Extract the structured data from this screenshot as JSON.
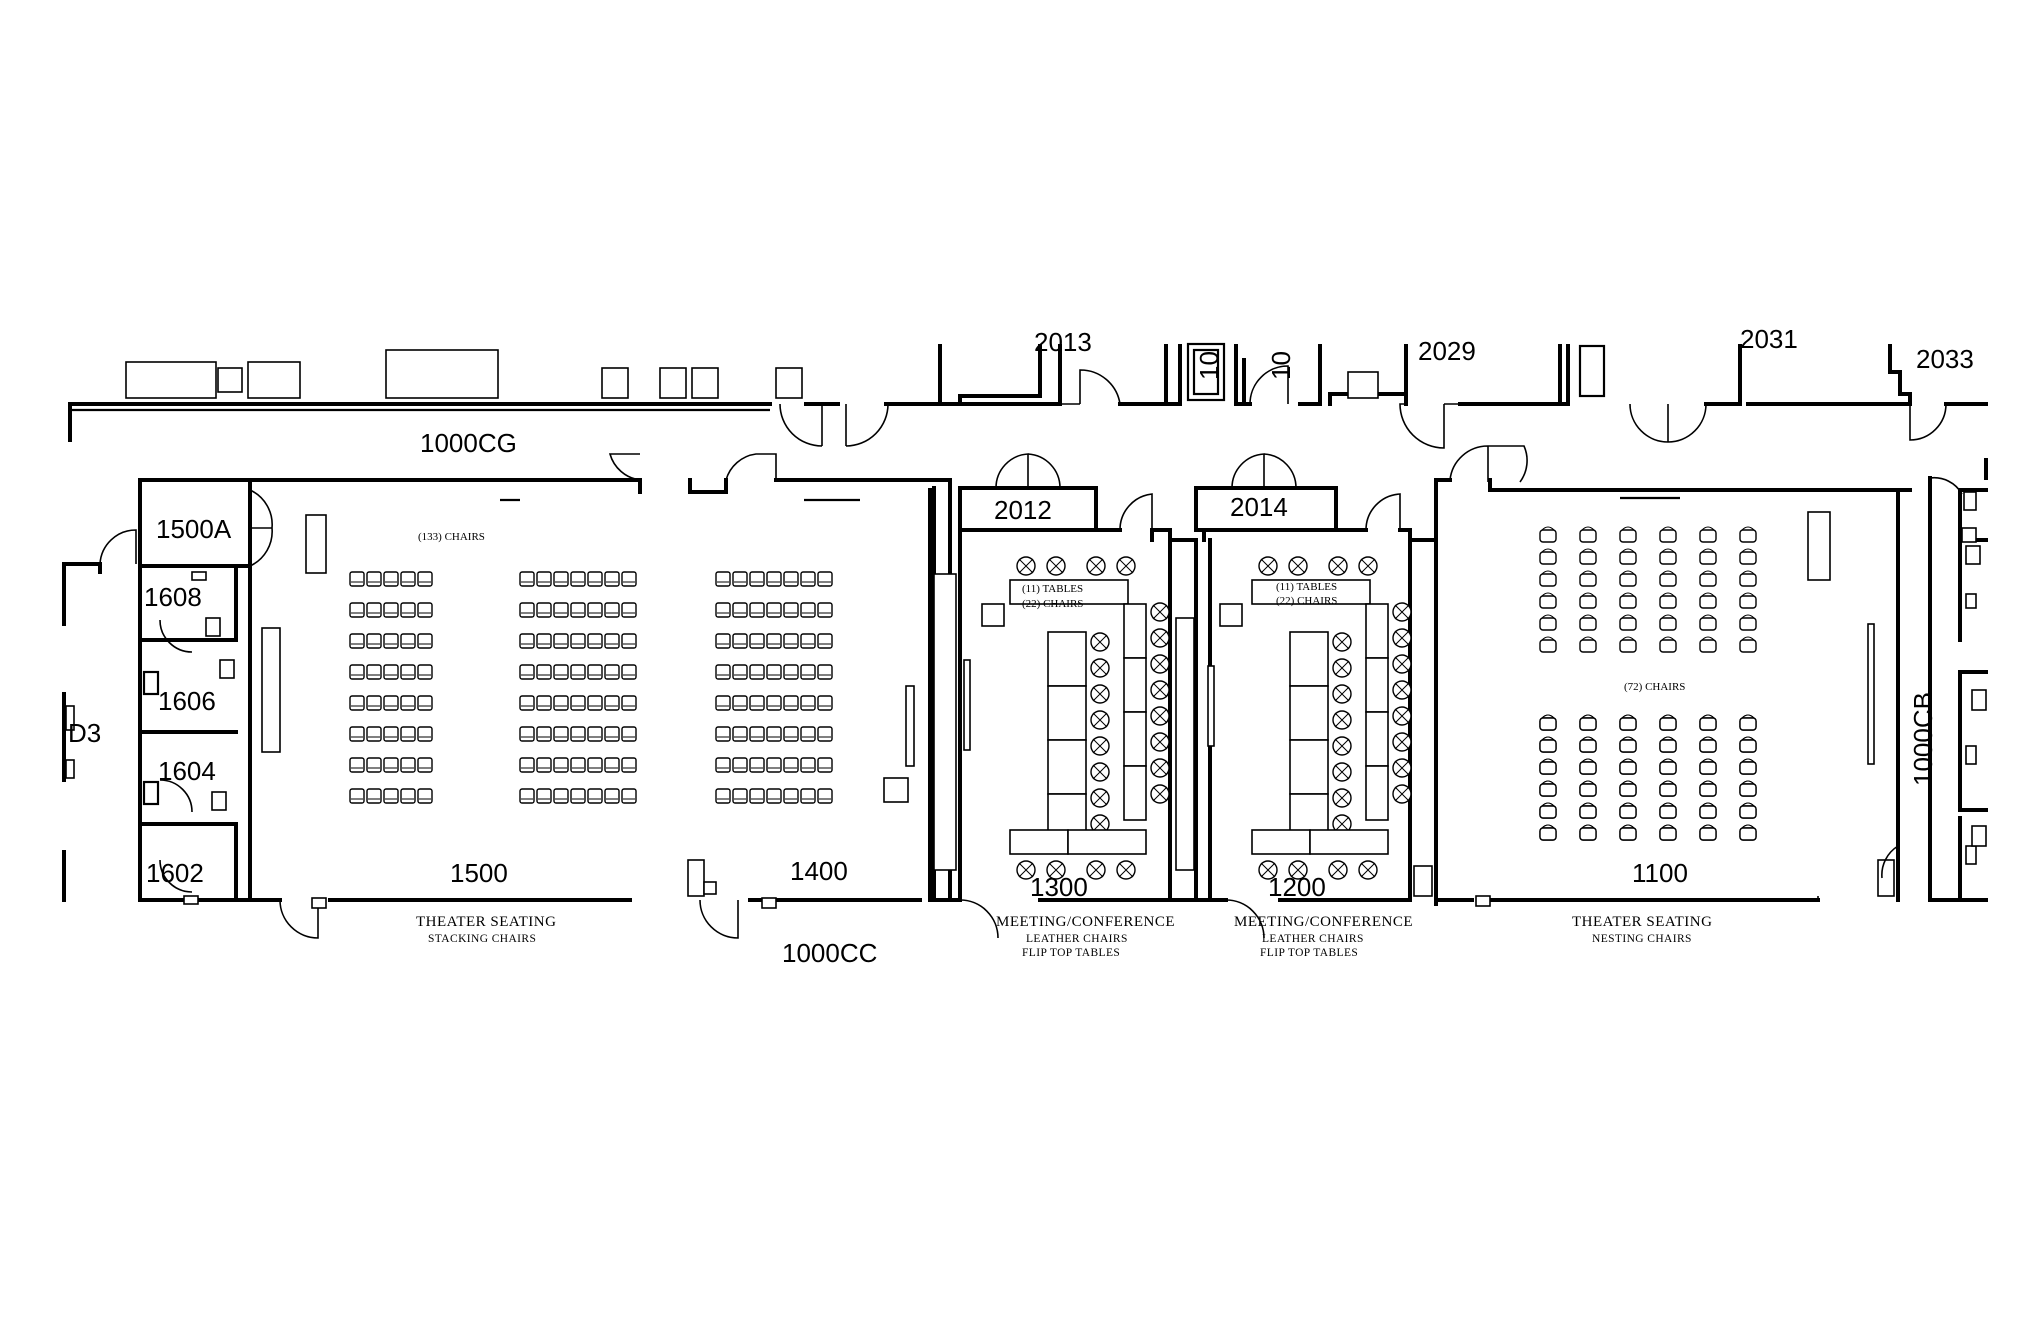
{
  "floorplan": {
    "corridors": {
      "north": "1000CG",
      "south": "1000CC",
      "east": "1000CB"
    },
    "top_rooms": {
      "r2029": "2029",
      "r2033": "2033",
      "r2013_partial": "2013",
      "r2031_partial": "2031",
      "r10_partial_a": "10",
      "r10_partial_b": "10"
    },
    "left_rooms": {
      "r1500a": "1500A",
      "r1608": "1608",
      "r1606": "1606",
      "r1604": "1604",
      "r1602": "1602",
      "r_left_partial": "D3"
    },
    "rooms": {
      "r1500": {
        "number": "1500",
        "seating_note": "(133) CHAIRS",
        "type_label": "THEATER  SEATING",
        "chair_label": "STACKING CHAIRS"
      },
      "r1400": {
        "number": "1400"
      },
      "r2012": {
        "number": "2012"
      },
      "r2014": {
        "number": "2014"
      },
      "r1300": {
        "number": "1300",
        "tables_note": "(11) TABLES",
        "chairs_note": "(22) CHAIRS",
        "type_label": "MEETING/CONFERENCE",
        "line2": "LEATHER CHAIRS",
        "line3": "FLIP TOP TABLES"
      },
      "r1200": {
        "number": "1200",
        "tables_note": "(11) TABLES",
        "chairs_note": "(22) CHAIRS",
        "type_label": "MEETING/CONFERENCE",
        "line2": "LEATHER CHAIRS",
        "line3": "FLIP TOP TABLES"
      },
      "r1100": {
        "number": "1100",
        "seating_note": "(72) CHAIRS",
        "type_label": "THEATER SEATING",
        "chair_label": "NESTING CHAIRS"
      }
    }
  }
}
